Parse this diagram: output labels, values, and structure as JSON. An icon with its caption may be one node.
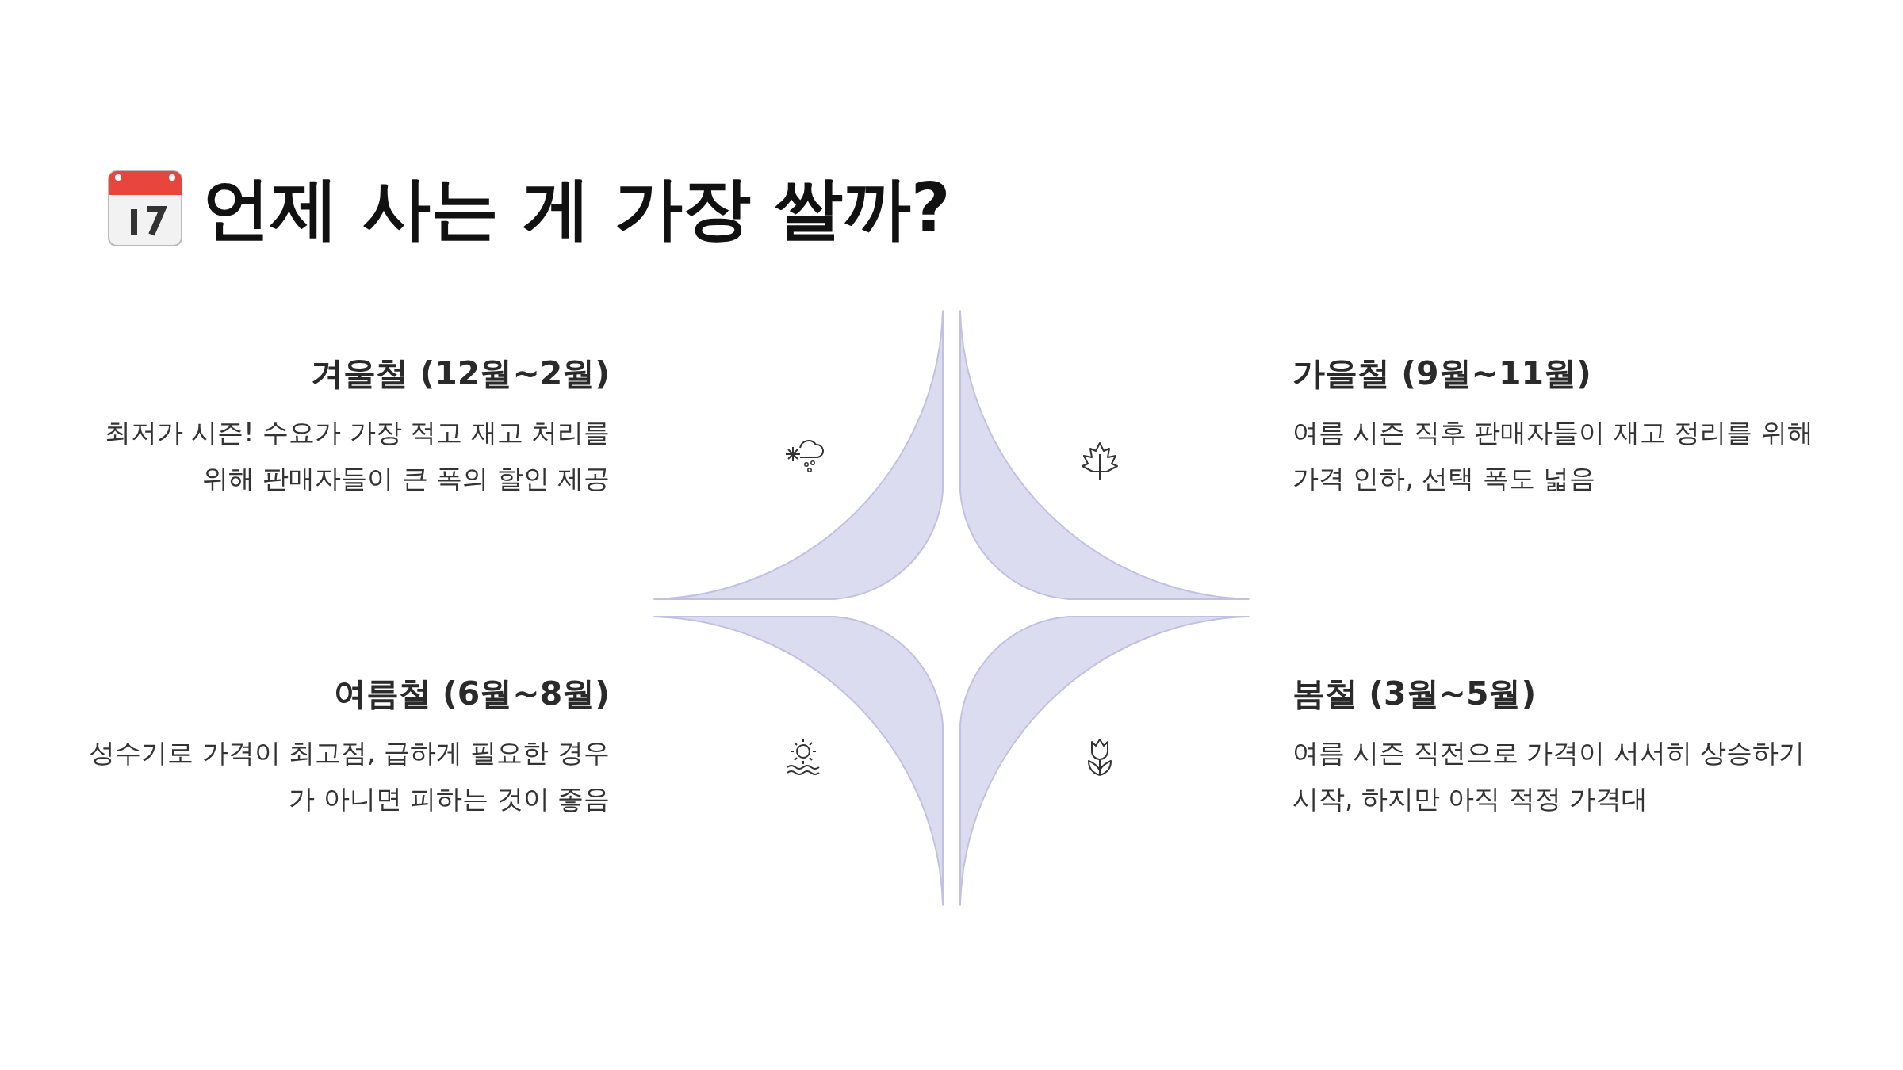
{
  "diagram": {
    "title": "언제 사는 게 가장 쌀까?",
    "nodes": [
      {
        "text": [
          "겨울철 (12월~2월)",
          "최저가 시즌! 수요가 가장 적고 재고 처리를 위해 판매자들이 큰 폭의 할인 제공"
        ]
      },
      {
        "text": [
          "가을철 (9월~11월)",
          "여름 시즌 직후 판매자들이 재고 정리를 위해 가격 인하, 선택 폭도 넓음"
        ]
      },
      {
        "text": [
          "여름철 (6월~8월)",
          "성수기로 가격이 최고점, 급하게 필요한 경우가 아니면 피하는 것이 좋음"
        ]
      },
      {
        "text": [
          "봄철 (3월~5월)",
          "여름 시즌 직전으로 가격이 서서히 상승하기 시작, 하지만 아직 적정 가격대"
        ]
      }
    ]
  }
}
